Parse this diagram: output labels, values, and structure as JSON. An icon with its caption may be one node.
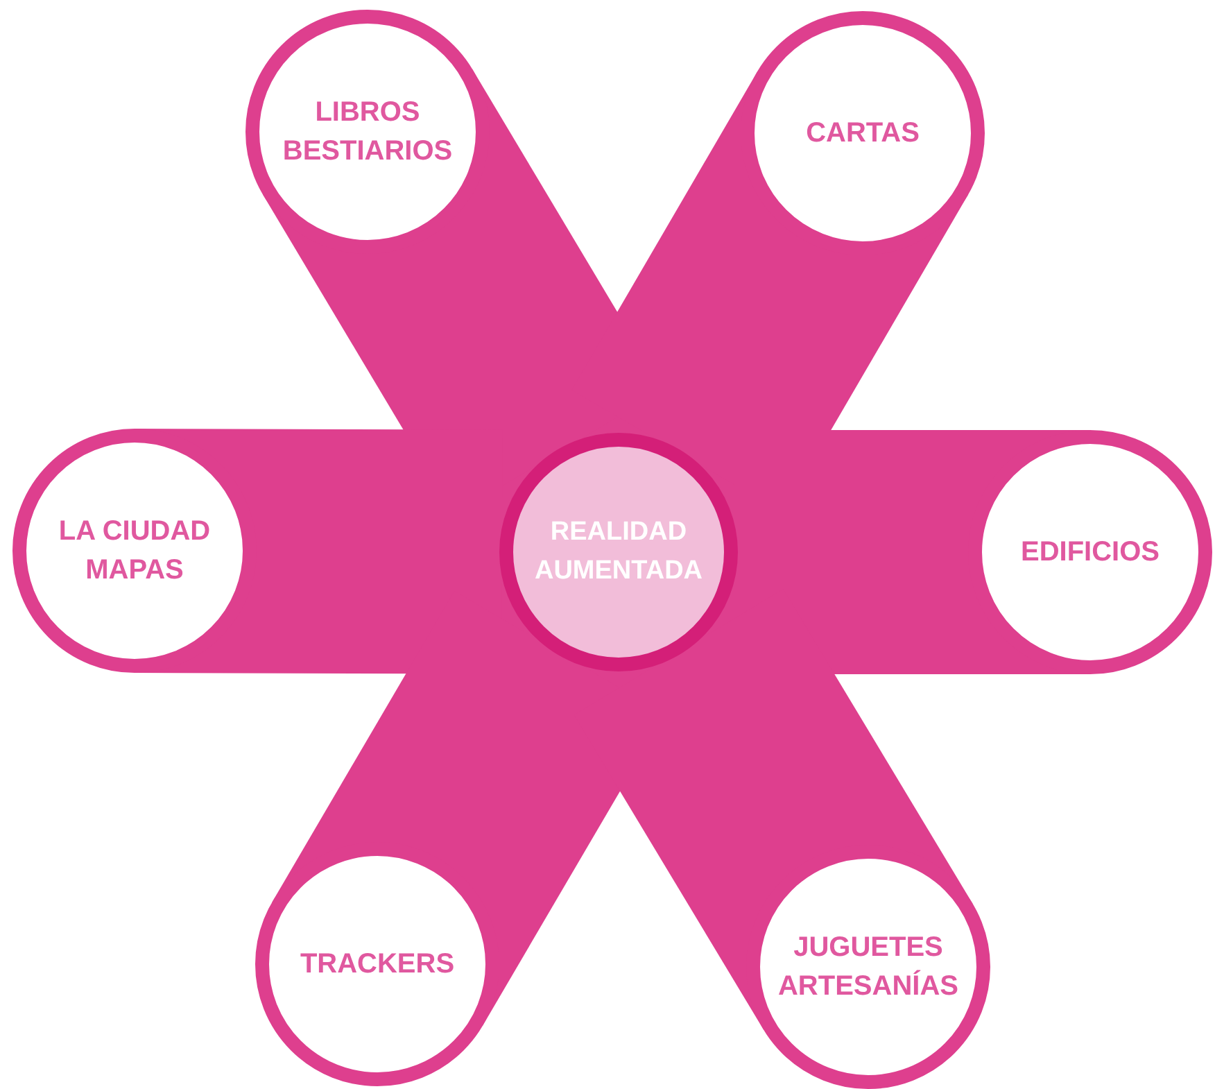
{
  "diagram": {
    "nodes": [
      {
        "text": [
          "REALIDAD AUMENTADA"
        ]
      },
      {
        "text": [
          "LIBROS BESTIARIOS"
        ]
      },
      {
        "text": [
          "CARTAS"
        ]
      },
      {
        "text": [
          "LA CIUDAD MAPAS"
        ]
      },
      {
        "text": [
          "EDIFICIOS"
        ]
      },
      {
        "text": [
          "TRACKERS"
        ]
      },
      {
        "text": [
          "JUGUETES ARTESANÍAS"
        ]
      }
    ],
    "edges": [
      {
        "from": 0,
        "to": 1,
        "arrow": "none",
        "style": "thick"
      },
      {
        "from": 0,
        "to": 2,
        "arrow": "none",
        "style": "thick"
      },
      {
        "from": 0,
        "to": 3,
        "arrow": "none",
        "style": "thick"
      },
      {
        "from": 0,
        "to": 4,
        "arrow": "none",
        "style": "thick"
      },
      {
        "from": 0,
        "to": 5,
        "arrow": "none",
        "style": "thick"
      },
      {
        "from": 0,
        "to": 6,
        "arrow": "none",
        "style": "thick"
      }
    ]
  }
}
